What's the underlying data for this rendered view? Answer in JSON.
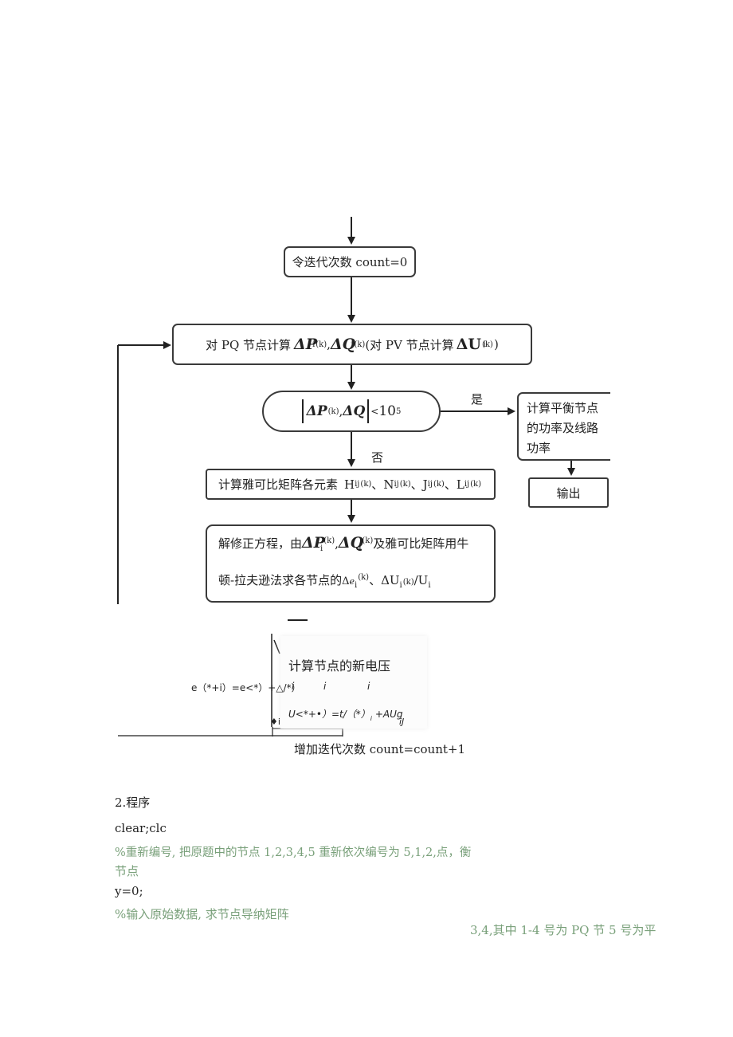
{
  "flowchart": {
    "init_count": "令迭代次数 count=0",
    "compute_mismatch": {
      "prefix": "对 PQ 节点计算",
      "delta_p": "ΔP",
      "sep": ",",
      "delta_q": "ΔQ",
      "pv_text": "(对 PV 节点计算",
      "delta_u": "ΔU",
      "close": ")",
      "sub_i": "i",
      "sup_k": "(k)"
    },
    "convergence_check": {
      "expr": "ΔP",
      "sup": "(k)",
      "q": "ΔQ",
      "lt": "<",
      "val": "10",
      "exp": "5"
    },
    "yes_label": "是",
    "no_label": "否",
    "balance_node": [
      "计算平衡节点",
      "的功率及线路",
      "功率"
    ],
    "output": "输出",
    "jacobian": {
      "prefix": "计算雅可比矩阵各元素",
      "items": [
        "H",
        "N",
        "J",
        "L"
      ],
      "sub": "ij",
      "sup": "(k)",
      "sep": "、"
    },
    "solve": {
      "line1_a": "解修正方程，由",
      "line1_b": "及雅可比矩阵用牛",
      "line2_a": "顿-拉夫逊法求各节点的",
      "line2_b": "、ΔU",
      "line2_c": "/U"
    },
    "new_voltage": {
      "title": "计算节点的新电压",
      "eq_e": "e（*+i）=e<*）+△/*）",
      "i1": "i",
      "i2": "i",
      "i3": "i",
      "eq_u": "U<*+•）=t/（*）",
      "eq_u_sub": "i",
      "eq_u_b": "+AUg",
      "mark_left": "♦i",
      "mark_right": "iJ"
    },
    "increment": "增加迭代次数 count=count+1"
  },
  "section_title": "2.程序",
  "code_lines": {
    "l1": "clear;clc",
    "c1": "%重新编号, 把原题中的节点 1,2,3,4,5 重新依次编号为 5,1,2,点，衡",
    "c1b": "节点",
    "l2": "y=0;",
    "c2": "%输入原始数据, 求节点导纳矩阵",
    "stray": "3,4,其中 1-4 号为 PQ 节 5 号为平"
  }
}
